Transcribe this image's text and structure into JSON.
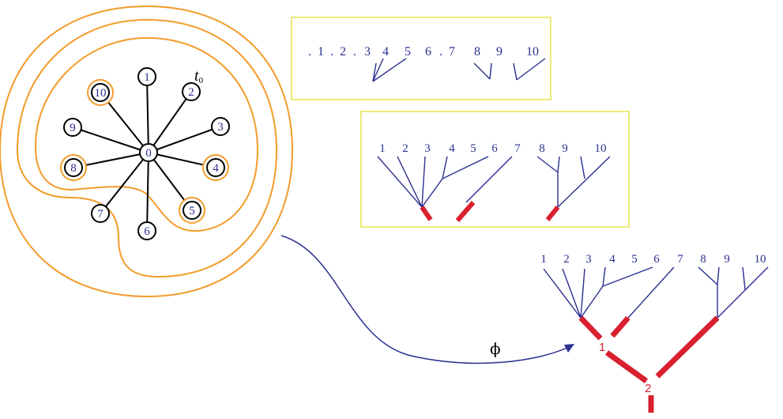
{
  "colors": {
    "orange": "#f39c2b",
    "blue": "#2a2f8e",
    "red": "#d8202f",
    "black": "#000000",
    "box_border": "#e3e34a"
  },
  "star_graph": {
    "label": "t",
    "label_sub": "0",
    "center": "0",
    "nodes": [
      "1",
      "2",
      "3",
      "4",
      "5",
      "6",
      "7",
      "8",
      "9",
      "10"
    ],
    "circled_nodes": [
      "10",
      "8",
      "4",
      "5"
    ]
  },
  "sequence_box": {
    "tokens": [
      ".",
      "1",
      ".",
      "2",
      ".",
      "3",
      "4",
      "5",
      "6",
      ".",
      "7",
      "8",
      "9",
      "10"
    ]
  },
  "forest_box": {
    "leaves": [
      "1",
      "2",
      "3",
      "4",
      "5",
      "6",
      "7",
      "8",
      "9",
      "10"
    ]
  },
  "final_tree": {
    "leaves": [
      "1",
      "2",
      "3",
      "4",
      "5",
      "6",
      "7",
      "8",
      "9",
      "10"
    ],
    "internal_labels": [
      "1",
      "2"
    ]
  },
  "arrow_label": "ϕ"
}
